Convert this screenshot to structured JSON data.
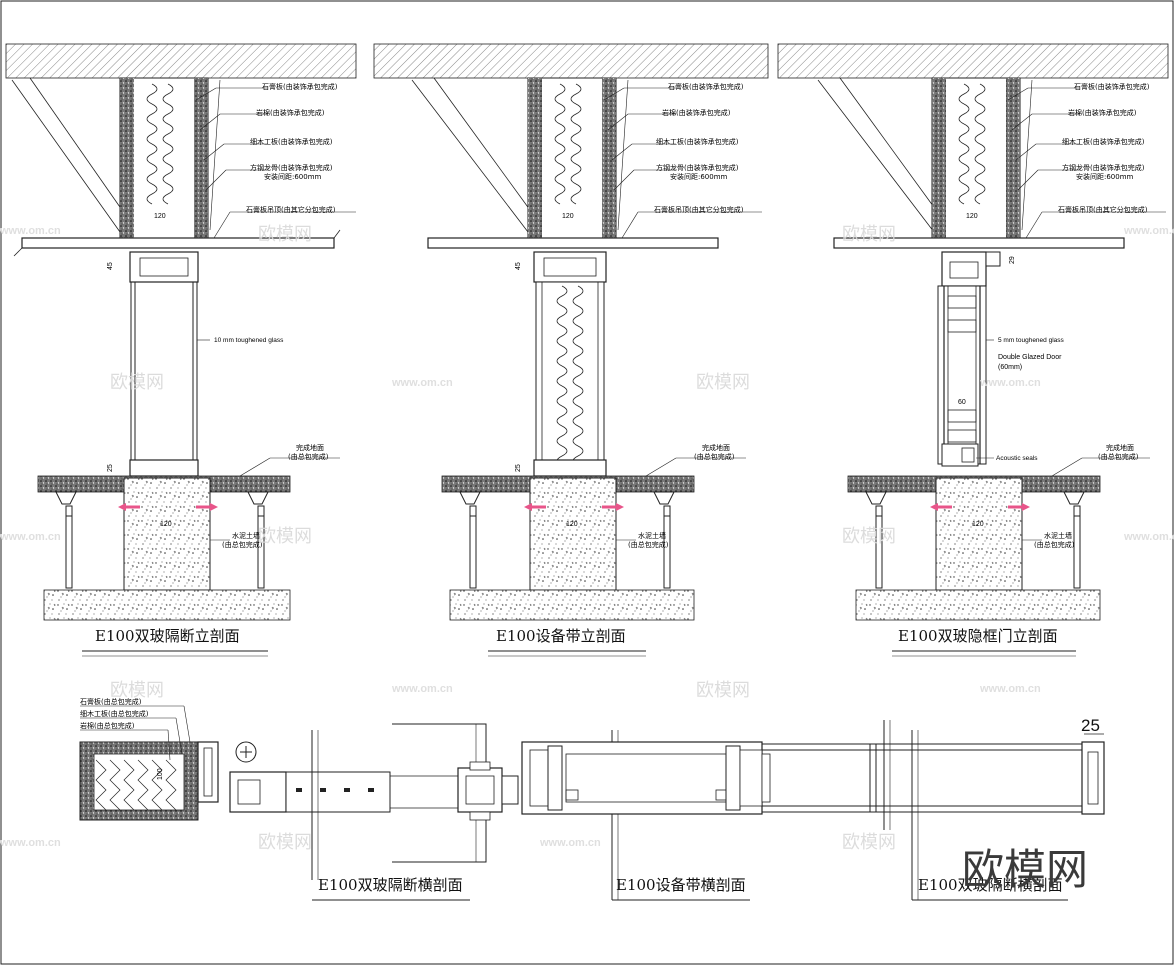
{
  "sections": [
    {
      "id": "sec1",
      "title": "E100双玻隔断立剖面",
      "labels": {
        "gypsum": "石膏板(由装饰承包完成)",
        "rockwool": "岩棉(由装饰承包完成)",
        "plywood": "细木工板(由装饰承包完成)",
        "keel": "方钢龙骨(由装饰承包完成)",
        "keel_spacing": "安装间距:600mm",
        "ceiling": "石膏板吊顶(由其它分包完成)",
        "floor": "完成地面",
        "floor_sub": "(由总包完成)",
        "wall": "水泥土墙",
        "wall_sub": "(由总包完成)",
        "glass": "10 mm toughened glass",
        "dim_top": "45",
        "dim_bottom": "25",
        "dim_width_top": "120",
        "dim_width_bottom": "120"
      }
    },
    {
      "id": "sec2",
      "title": "E100设备带立剖面",
      "labels": {
        "gypsum": "石膏板(由装饰承包完成)",
        "rockwool": "岩棉(由装饰承包完成)",
        "plywood": "细木工板(由装饰承包完成)",
        "keel": "方钢龙骨(由装饰承包完成)",
        "keel_spacing": "安装间距:600mm",
        "ceiling": "石膏板吊顶(由其它分包完成)",
        "floor": "完成地面",
        "floor_sub": "(由总包完成)",
        "wall": "水泥土墙",
        "wall_sub": "(由总包完成)",
        "dim_top": "45",
        "dim_bottom": "25",
        "dim_width_top": "120",
        "dim_width_bottom": "120"
      }
    },
    {
      "id": "sec3",
      "title": "E100双玻隐框门立剖面",
      "labels": {
        "gypsum": "石膏板(由装饰承包完成)",
        "rockwool": "岩棉(由装饰承包完成)",
        "plywood": "细木工板(由装饰承包完成)",
        "keel": "方钢龙骨(由装饰承包完成)",
        "keel_spacing": "安装间距:600mm",
        "ceiling": "石膏板吊顶(由其它分包完成)",
        "floor": "完成地面",
        "floor_sub": "(由总包完成)",
        "wall": "水泥土墙",
        "wall_sub": "(由总包完成)",
        "glass": "5 mm toughened glass",
        "door": "Double Glazed Door",
        "door_sub": "(60mm)",
        "dim_60": "60",
        "dim_29": "29",
        "seal": "Acoustic seals",
        "dim_width_top": "120",
        "dim_width_bottom": "120"
      }
    }
  ],
  "plans": {
    "titles": [
      "E100双玻隔断横剖面",
      "E100设备带横剖面",
      "E100双玻隔断横剖面"
    ],
    "left_labels": [
      "石膏板(由总包完成)",
      "细木工板(由总包完成)",
      "岩棉(由总包完成)"
    ],
    "dim_25": "25",
    "dim_100": "100"
  },
  "watermark": {
    "brand": "欧模网",
    "url": "www.om.cn"
  }
}
